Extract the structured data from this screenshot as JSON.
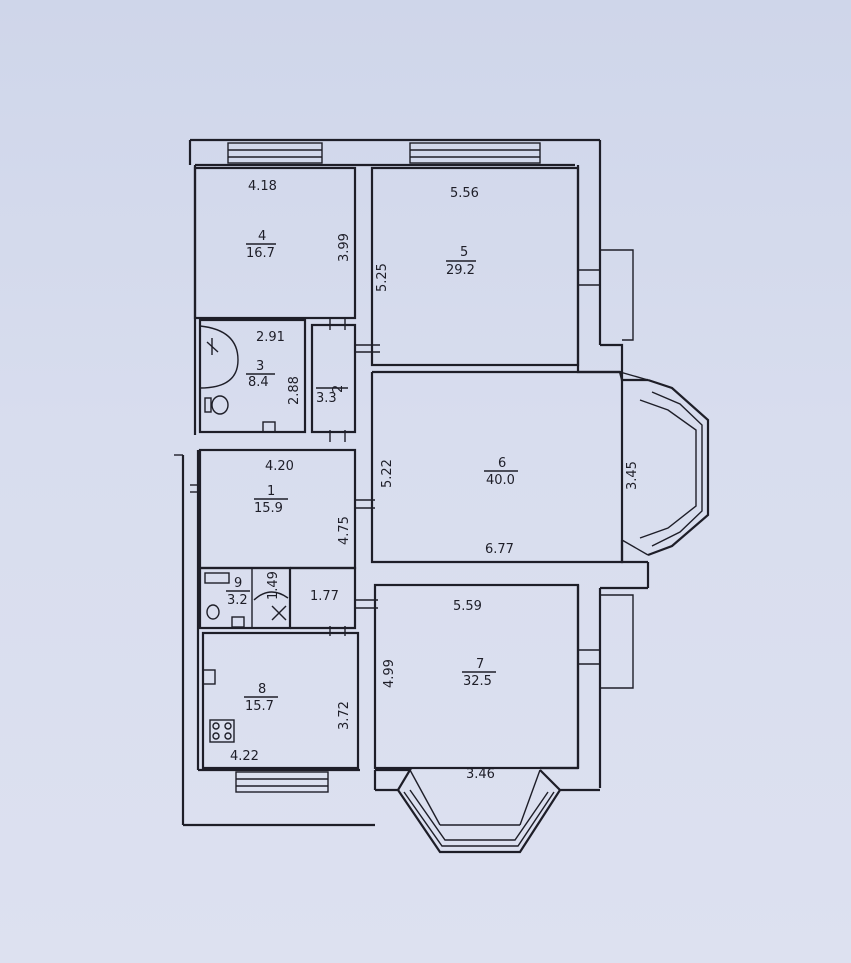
{
  "plan": {
    "rooms": [
      {
        "id": "4",
        "area": "16.7",
        "dims": [
          "4.18",
          "3.99"
        ]
      },
      {
        "id": "5",
        "area": "29.2",
        "dims": [
          "5.56",
          "5.25"
        ]
      },
      {
        "id": "3",
        "area": "8.4",
        "dims": [
          "2.91",
          "2.88"
        ]
      },
      {
        "id": "2",
        "area": "3.3",
        "dims": []
      },
      {
        "id": "6",
        "area": "40.0",
        "dims": [
          "5.22",
          "3.45",
          "6.77"
        ]
      },
      {
        "id": "1",
        "area": "15.9",
        "dims": [
          "4.20",
          "4.75",
          "1.77"
        ]
      },
      {
        "id": "9",
        "area": "3.2",
        "dims": [
          "1.49"
        ]
      },
      {
        "id": "8",
        "area": "15.7",
        "dims": [
          "3.72",
          "4.22"
        ]
      },
      {
        "id": "7",
        "area": "32.5",
        "dims": [
          "5.59",
          "4.99",
          "3.46"
        ]
      }
    ]
  }
}
